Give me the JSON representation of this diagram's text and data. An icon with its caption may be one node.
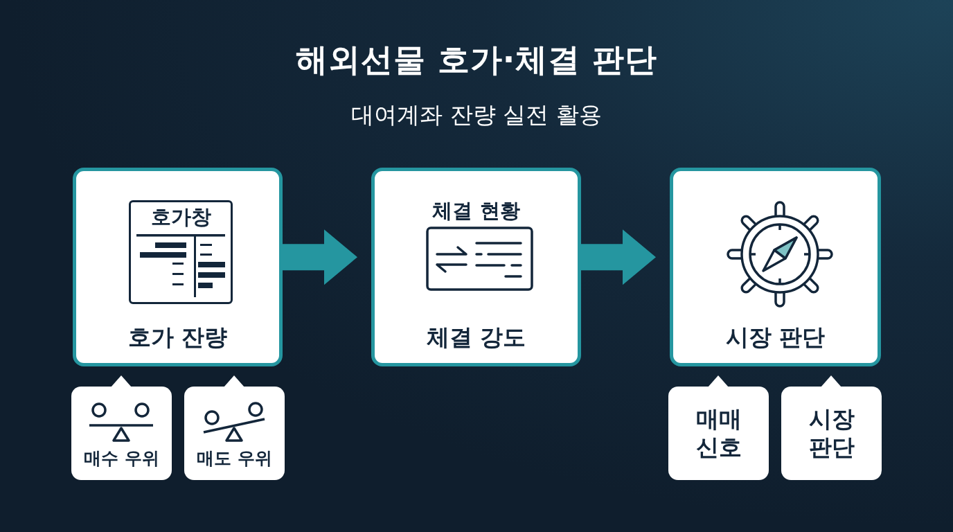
{
  "diagram": {
    "title": "해외선물 호가·체결 판단",
    "caption": "대여계좌 잔량 실전 활용",
    "nodes": [
      {
        "text": [
          "호가창",
          "호가 잔량"
        ]
      },
      {
        "text": [
          "체결 현황",
          "체결 강도"
        ]
      },
      {
        "text": [
          "시장 판단"
        ]
      },
      {
        "text": [
          "매수 우위"
        ]
      },
      {
        "text": [
          "매도 우위"
        ]
      },
      {
        "text": [
          "매매 신호"
        ]
      },
      {
        "text": [
          "시장 판단"
        ]
      }
    ],
    "edges": [
      {
        "from": 0,
        "to": 1,
        "arrow": "to",
        "style": "thick"
      },
      {
        "from": 1,
        "to": 2,
        "arrow": "to",
        "style": "thick"
      }
    ]
  }
}
